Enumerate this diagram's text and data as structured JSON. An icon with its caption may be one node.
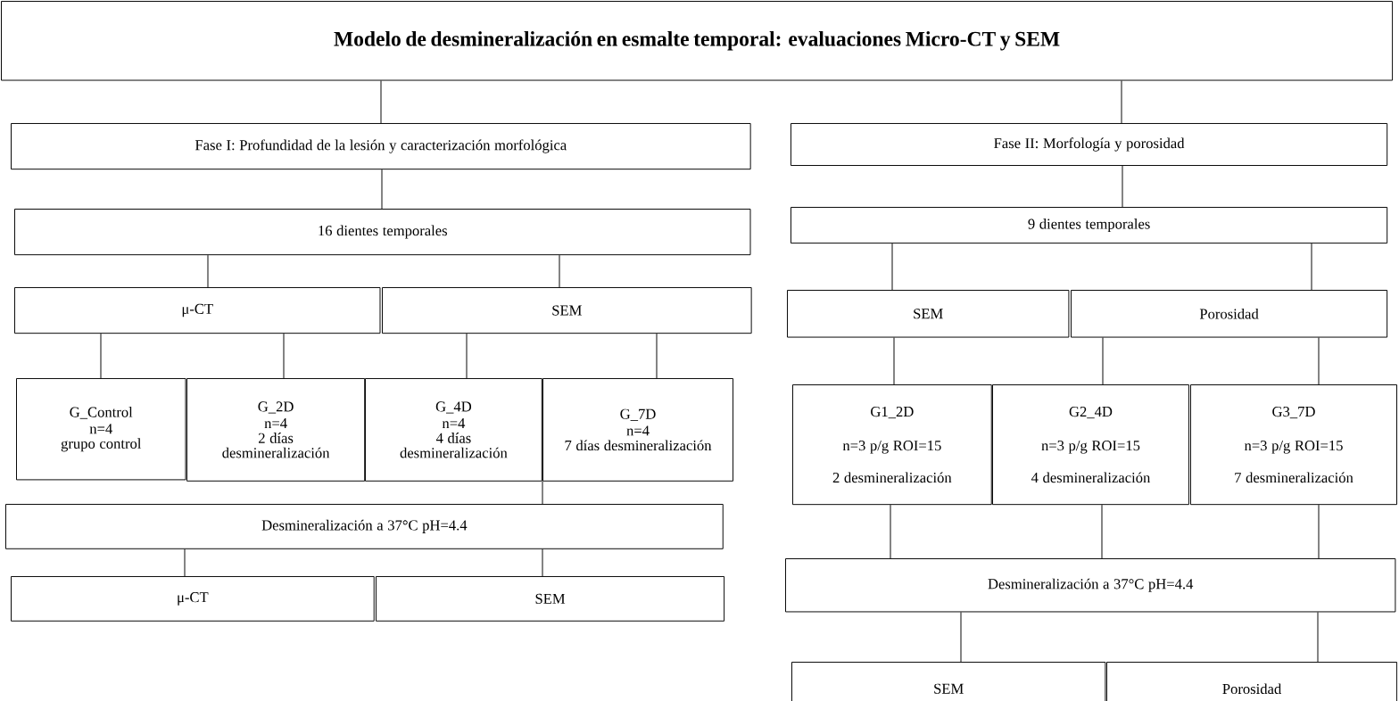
{
  "diagram": {
    "nodes": [
      {
        "text": [
          "Modelo de desmineralización en esmalte temporal: evaluaciones Micro-CT y SEM"
        ]
      },
      {
        "text": [
          "Fase I: Profundidad de la lesión y caracterización morfológica"
        ]
      },
      {
        "text": [
          "Fase II: Morfología y porosidad"
        ]
      },
      {
        "text": [
          "16 dientes temporales"
        ]
      },
      {
        "text": [
          "9 dientes temporales"
        ]
      },
      {
        "text": [
          "μ-CT"
        ]
      },
      {
        "text": [
          "SEM"
        ]
      },
      {
        "text": [
          "SEM"
        ]
      },
      {
        "text": [
          "Porosidad"
        ]
      },
      {
        "text": [
          "G_Control",
          "n=4",
          "grupo control"
        ]
      },
      {
        "text": [
          "G_2D",
          "n=4",
          "2 días desmineralización"
        ]
      },
      {
        "text": [
          "G_4D",
          "n=4",
          "4 días desmineralización"
        ]
      },
      {
        "text": [
          "G_7D",
          "n=4",
          "7 días desmineralización"
        ]
      },
      {
        "text": [
          "G1_2D",
          "n=3 p/g ROI=15",
          "2 desmineralización"
        ]
      },
      {
        "text": [
          "G2_4D",
          "n=3 p/g ROI=15",
          "4 desmineralización"
        ]
      },
      {
        "text": [
          "G3_7D",
          "n=3 p/g ROI=15",
          "7 desmineralización"
        ]
      },
      {
        "text": [
          "Desmineralización a 37°C pH=4.4"
        ]
      },
      {
        "text": [
          "Desmineralización  a 37°C pH=4.4"
        ]
      },
      {
        "text": [
          "μ-CT"
        ]
      },
      {
        "text": [
          "SEM"
        ]
      },
      {
        "text": [
          "SEM"
        ]
      },
      {
        "text": [
          "Porosidad"
        ]
      }
    ],
    "edges": [
      {
        "from": 0,
        "to": 1,
        "arrow": "none"
      },
      {
        "from": 0,
        "to": 2,
        "arrow": "none"
      },
      {
        "from": 1,
        "to": 3,
        "arrow": "none"
      },
      {
        "from": 2,
        "to": 4,
        "arrow": "none"
      },
      {
        "from": 3,
        "to": 5,
        "arrow": "none"
      },
      {
        "from": 3,
        "to": 6,
        "arrow": "none"
      },
      {
        "from": 4,
        "to": 7,
        "arrow": "none"
      },
      {
        "from": 4,
        "to": 8,
        "arrow": "none"
      },
      {
        "from": 5,
        "to": 9,
        "arrow": "none"
      },
      {
        "from": 5,
        "to": 10,
        "arrow": "none"
      },
      {
        "from": 6,
        "to": 11,
        "arrow": "none"
      },
      {
        "from": 6,
        "to": 12,
        "arrow": "none"
      },
      {
        "from": 7,
        "to": 13,
        "arrow": "none"
      },
      {
        "from": 8,
        "to": 14,
        "arrow": "none"
      },
      {
        "from": 8,
        "to": 15,
        "arrow": "none"
      },
      {
        "from": 11,
        "to": 16,
        "arrow": "none"
      },
      {
        "from": 16,
        "to": 18,
        "arrow": "none"
      },
      {
        "from": 16,
        "to": 19,
        "arrow": "none"
      },
      {
        "from": 13,
        "to": 17,
        "arrow": "none"
      },
      {
        "from": 14,
        "to": 17,
        "arrow": "none"
      },
      {
        "from": 15,
        "to": 17,
        "arrow": "none"
      },
      {
        "from": 17,
        "to": 20,
        "arrow": "none"
      },
      {
        "from": 17,
        "to": 21,
        "arrow": "none"
      }
    ]
  }
}
